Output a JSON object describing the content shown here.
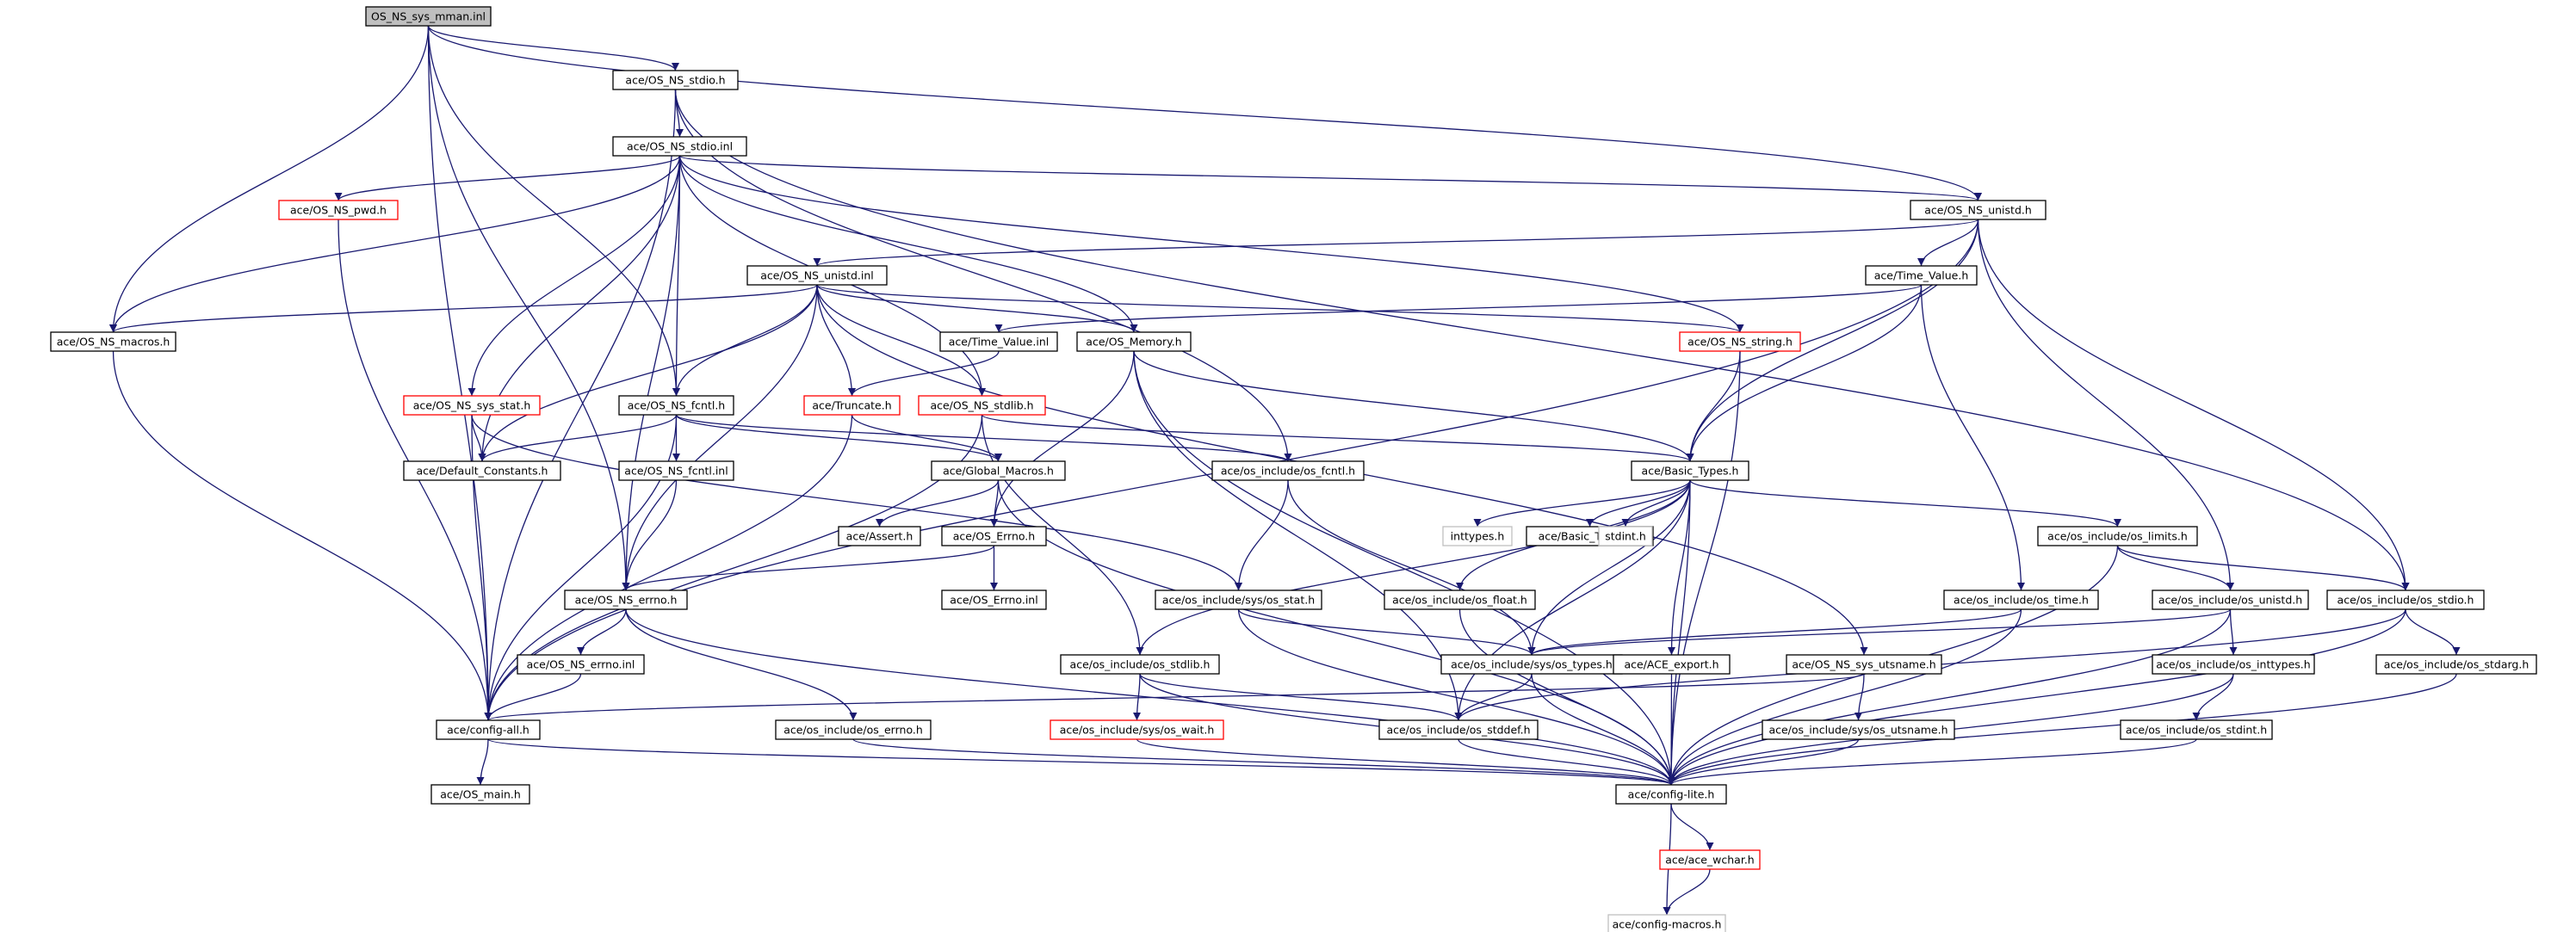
{
  "colors": {
    "edge": "#191970",
    "border_normal": "#000000",
    "border_truncated": "#ff0000",
    "border_external": "#bfbfbf",
    "fill_root": "#bfbfbf",
    "fill_normal": "#ffffff"
  },
  "nodes": [
    {
      "id": "root",
      "label": "OS_NS_sys_mman.inl",
      "style": "root"
    },
    {
      "id": "stdio_h",
      "label": "ace/OS_NS_stdio.h",
      "style": "normal"
    },
    {
      "id": "stdio_inl",
      "label": "ace/OS_NS_stdio.inl",
      "style": "normal"
    },
    {
      "id": "pwd_h",
      "label": "ace/OS_NS_pwd.h",
      "style": "truncated"
    },
    {
      "id": "unistd_h",
      "label": "ace/OS_NS_unistd.h",
      "style": "normal"
    },
    {
      "id": "unistd_inl",
      "label": "ace/OS_NS_unistd.inl",
      "style": "normal"
    },
    {
      "id": "time_value_h",
      "label": "ace/Time_Value.h",
      "style": "normal"
    },
    {
      "id": "macros_h",
      "label": "ace/OS_NS_macros.h",
      "style": "normal"
    },
    {
      "id": "time_value_inl",
      "label": "ace/Time_Value.inl",
      "style": "normal"
    },
    {
      "id": "os_memory_h",
      "label": "ace/OS_Memory.h",
      "style": "normal"
    },
    {
      "id": "string_h",
      "label": "ace/OS_NS_string.h",
      "style": "truncated"
    },
    {
      "id": "sys_stat_h",
      "label": "ace/OS_NS_sys_stat.h",
      "style": "truncated"
    },
    {
      "id": "fcntl_h",
      "label": "ace/OS_NS_fcntl.h",
      "style": "normal"
    },
    {
      "id": "truncate_h",
      "label": "ace/Truncate.h",
      "style": "truncated"
    },
    {
      "id": "stdlib_h",
      "label": "ace/OS_NS_stdlib.h",
      "style": "truncated"
    },
    {
      "id": "default_constants",
      "label": "ace/Default_Constants.h",
      "style": "normal"
    },
    {
      "id": "fcntl_inl",
      "label": "ace/OS_NS_fcntl.inl",
      "style": "normal"
    },
    {
      "id": "global_macros",
      "label": "ace/Global_Macros.h",
      "style": "normal"
    },
    {
      "id": "os_include_fcntl",
      "label": "ace/os_include/os_fcntl.h",
      "style": "normal"
    },
    {
      "id": "basic_types_h",
      "label": "ace/Basic_Types.h",
      "style": "normal"
    },
    {
      "id": "assert_h",
      "label": "ace/Assert.h",
      "style": "normal"
    },
    {
      "id": "os_errno_h",
      "label": "ace/OS_Errno.h",
      "style": "normal"
    },
    {
      "id": "inttypes_h",
      "label": "inttypes.h",
      "style": "external"
    },
    {
      "id": "basic_types_inl",
      "label": "ace/Basic_Types.inl",
      "style": "normal"
    },
    {
      "id": "stdint_h",
      "label": "stdint.h",
      "style": "external"
    },
    {
      "id": "os_limits",
      "label": "ace/os_include/os_limits.h",
      "style": "normal"
    },
    {
      "id": "ns_errno_h",
      "label": "ace/OS_NS_errno.h",
      "style": "normal"
    },
    {
      "id": "os_errno_inl",
      "label": "ace/OS_Errno.inl",
      "style": "normal"
    },
    {
      "id": "sys_os_stat",
      "label": "ace/os_include/sys/os_stat.h",
      "style": "normal"
    },
    {
      "id": "os_float",
      "label": "ace/os_include/os_float.h",
      "style": "normal"
    },
    {
      "id": "os_time",
      "label": "ace/os_include/os_time.h",
      "style": "normal"
    },
    {
      "id": "os_unistd",
      "label": "ace/os_include/os_unistd.h",
      "style": "normal"
    },
    {
      "id": "os_stdio",
      "label": "ace/os_include/os_stdio.h",
      "style": "normal"
    },
    {
      "id": "ns_errno_inl",
      "label": "ace/OS_NS_errno.inl",
      "style": "normal"
    },
    {
      "id": "os_stdlib",
      "label": "ace/os_include/os_stdlib.h",
      "style": "normal"
    },
    {
      "id": "sys_os_types",
      "label": "ace/os_include/sys/os_types.h",
      "style": "normal"
    },
    {
      "id": "ace_export",
      "label": "ace/ACE_export.h",
      "style": "normal"
    },
    {
      "id": "sys_utsname_h",
      "label": "ace/OS_NS_sys_utsname.h",
      "style": "normal"
    },
    {
      "id": "os_inttypes",
      "label": "ace/os_include/os_inttypes.h",
      "style": "normal"
    },
    {
      "id": "os_stdarg",
      "label": "ace/os_include/os_stdarg.h",
      "style": "normal"
    },
    {
      "id": "config_all",
      "label": "ace/config-all.h",
      "style": "normal"
    },
    {
      "id": "os_include_errno",
      "label": "ace/os_include/os_errno.h",
      "style": "normal"
    },
    {
      "id": "sys_os_wait",
      "label": "ace/os_include/sys/os_wait.h",
      "style": "truncated"
    },
    {
      "id": "os_stddef",
      "label": "ace/os_include/os_stddef.h",
      "style": "normal"
    },
    {
      "id": "sys_os_utsname",
      "label": "ace/os_include/sys/os_utsname.h",
      "style": "normal"
    },
    {
      "id": "os_stdint",
      "label": "ace/os_include/os_stdint.h",
      "style": "normal"
    },
    {
      "id": "os_main",
      "label": "ace/OS_main.h",
      "style": "normal"
    },
    {
      "id": "config_lite",
      "label": "ace/config-lite.h",
      "style": "normal"
    },
    {
      "id": "ace_wchar",
      "label": "ace/ace_wchar.h",
      "style": "truncated"
    },
    {
      "id": "config_macros",
      "label": "ace/config-macros.h",
      "style": "external"
    }
  ],
  "edges": [
    [
      "root",
      "stdio_h"
    ],
    [
      "root",
      "unistd_h"
    ],
    [
      "root",
      "macros_h"
    ],
    [
      "root",
      "fcntl_h"
    ],
    [
      "root",
      "ns_errno_h"
    ],
    [
      "root",
      "config_all"
    ],
    [
      "stdio_h",
      "stdio_inl"
    ],
    [
      "stdio_h",
      "config_all"
    ],
    [
      "stdio_h",
      "os_stdio"
    ],
    [
      "stdio_h",
      "os_include_fcntl"
    ],
    [
      "stdio_inl",
      "pwd_h"
    ],
    [
      "stdio_inl",
      "unistd_h"
    ],
    [
      "stdio_inl",
      "macros_h"
    ],
    [
      "stdio_inl",
      "sys_stat_h"
    ],
    [
      "stdio_inl",
      "fcntl_h"
    ],
    [
      "stdio_inl",
      "stdlib_h"
    ],
    [
      "stdio_inl",
      "os_memory_h"
    ],
    [
      "stdio_inl",
      "string_h"
    ],
    [
      "stdio_inl",
      "default_constants"
    ],
    [
      "stdio_inl",
      "ns_errno_h"
    ],
    [
      "pwd_h",
      "config_all"
    ],
    [
      "unistd_h",
      "unistd_inl"
    ],
    [
      "unistd_h",
      "time_value_h"
    ],
    [
      "unistd_h",
      "basic_types_h"
    ],
    [
      "unistd_h",
      "os_unistd"
    ],
    [
      "unistd_h",
      "os_stdio"
    ],
    [
      "unistd_h",
      "config_all"
    ],
    [
      "unistd_inl",
      "macros_h"
    ],
    [
      "unistd_inl",
      "os_memory_h"
    ],
    [
      "unistd_inl",
      "string_h"
    ],
    [
      "unistd_inl",
      "fcntl_h"
    ],
    [
      "unistd_inl",
      "truncate_h"
    ],
    [
      "unistd_inl",
      "stdlib_h"
    ],
    [
      "unistd_inl",
      "default_constants"
    ],
    [
      "unistd_inl",
      "ns_errno_h"
    ],
    [
      "unistd_inl",
      "sys_utsname_h"
    ],
    [
      "time_value_h",
      "time_value_inl"
    ],
    [
      "time_value_h",
      "basic_types_h"
    ],
    [
      "time_value_h",
      "os_time"
    ],
    [
      "macros_h",
      "config_all"
    ],
    [
      "time_value_inl",
      "truncate_h"
    ],
    [
      "os_memory_h",
      "os_errno_h"
    ],
    [
      "os_memory_h",
      "basic_types_h"
    ],
    [
      "os_memory_h",
      "os_stddef"
    ],
    [
      "os_memory_h",
      "config_lite"
    ],
    [
      "string_h",
      "basic_types_h"
    ],
    [
      "string_h",
      "config_lite"
    ],
    [
      "sys_stat_h",
      "default_constants"
    ],
    [
      "sys_stat_h",
      "config_all"
    ],
    [
      "sys_stat_h",
      "sys_os_stat"
    ],
    [
      "fcntl_h",
      "fcntl_inl"
    ],
    [
      "fcntl_h",
      "global_macros"
    ],
    [
      "fcntl_h",
      "default_constants"
    ],
    [
      "fcntl_h",
      "os_include_fcntl"
    ],
    [
      "fcntl_h",
      "config_all"
    ],
    [
      "truncate_h",
      "global_macros"
    ],
    [
      "truncate_h",
      "config_all"
    ],
    [
      "stdlib_h",
      "basic_types_h"
    ],
    [
      "stdlib_h",
      "os_stdlib"
    ],
    [
      "stdlib_h",
      "config_all"
    ],
    [
      "fcntl_inl",
      "ns_errno_h"
    ],
    [
      "global_macros",
      "assert_h"
    ],
    [
      "global_macros",
      "os_errno_h"
    ],
    [
      "global_macros",
      "config_lite"
    ],
    [
      "os_include_fcntl",
      "sys_os_stat"
    ],
    [
      "os_include_fcntl",
      "sys_os_types"
    ],
    [
      "basic_types_h",
      "inttypes_h"
    ],
    [
      "basic_types_h",
      "basic_types_inl"
    ],
    [
      "basic_types_h",
      "stdint_h"
    ],
    [
      "basic_types_h",
      "os_limits"
    ],
    [
      "basic_types_h",
      "os_float"
    ],
    [
      "basic_types_h",
      "sys_os_types"
    ],
    [
      "basic_types_h",
      "ace_export"
    ],
    [
      "basic_types_h",
      "os_stdlib"
    ],
    [
      "basic_types_h",
      "os_stddef"
    ],
    [
      "basic_types_h",
      "config_lite"
    ],
    [
      "os_errno_h",
      "os_errno_inl"
    ],
    [
      "os_errno_h",
      "ns_errno_h"
    ],
    [
      "os_limits",
      "os_unistd"
    ],
    [
      "os_limits",
      "os_stdio"
    ],
    [
      "os_limits",
      "config_lite"
    ],
    [
      "ns_errno_h",
      "ns_errno_inl"
    ],
    [
      "ns_errno_h",
      "os_include_errno"
    ],
    [
      "ns_errno_h",
      "config_lite"
    ],
    [
      "sys_os_stat",
      "sys_os_types"
    ],
    [
      "sys_os_stat",
      "config_lite"
    ],
    [
      "os_float",
      "config_lite"
    ],
    [
      "os_time",
      "sys_os_types"
    ],
    [
      "os_time",
      "config_lite"
    ],
    [
      "os_unistd",
      "sys_os_types"
    ],
    [
      "os_unistd",
      "os_inttypes"
    ],
    [
      "os_unistd",
      "config_lite"
    ],
    [
      "os_stdio",
      "os_stdarg"
    ],
    [
      "os_stdio",
      "os_stddef"
    ],
    [
      "os_stdio",
      "config_lite"
    ],
    [
      "ns_errno_inl",
      "config_all"
    ],
    [
      "os_stdlib",
      "sys_os_wait"
    ],
    [
      "os_stdlib",
      "os_stddef"
    ],
    [
      "os_stdlib",
      "config_lite"
    ],
    [
      "sys_os_types",
      "os_stddef"
    ],
    [
      "sys_os_types",
      "config_lite"
    ],
    [
      "ace_export",
      "config_lite"
    ],
    [
      "sys_utsname_h",
      "sys_os_utsname"
    ],
    [
      "sys_utsname_h",
      "config_all"
    ],
    [
      "os_inttypes",
      "os_stdint"
    ],
    [
      "os_inttypes",
      "config_lite"
    ],
    [
      "os_stdarg",
      "config_lite"
    ],
    [
      "config_all",
      "os_main"
    ],
    [
      "config_all",
      "config_lite"
    ],
    [
      "os_include_errno",
      "config_lite"
    ],
    [
      "sys_os_wait",
      "config_lite"
    ],
    [
      "os_stddef",
      "config_lite"
    ],
    [
      "sys_os_utsname",
      "config_lite"
    ],
    [
      "os_stdint",
      "config_lite"
    ],
    [
      "config_lite",
      "ace_wchar"
    ],
    [
      "config_lite",
      "config_macros"
    ],
    [
      "ace_wchar",
      "config_macros"
    ]
  ]
}
